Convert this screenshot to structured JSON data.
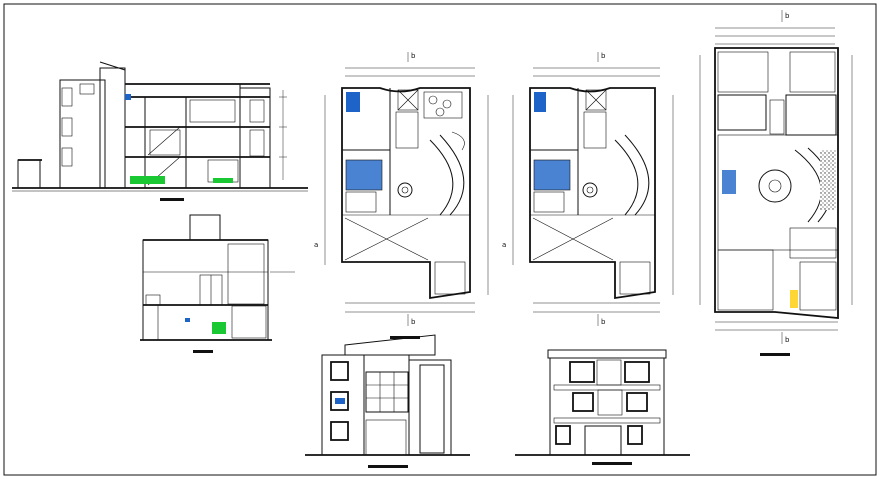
{
  "sheet": {
    "type": "architectural drawing sheet",
    "line_color": "#111111",
    "accent_colors": {
      "fixtures": "#1e64c8",
      "vegetation": "#19c832",
      "hatch": "#444444"
    }
  },
  "drawings": [
    {
      "id": "section-longitudinal"
    },
    {
      "id": "section-transversal"
    },
    {
      "id": "plan-first-floor"
    },
    {
      "id": "plan-second-floor"
    },
    {
      "id": "plan-third-floor"
    },
    {
      "id": "elevation-front"
    },
    {
      "id": "elevation-back"
    }
  ],
  "axis_markers": {
    "a": "a",
    "b": "b"
  }
}
